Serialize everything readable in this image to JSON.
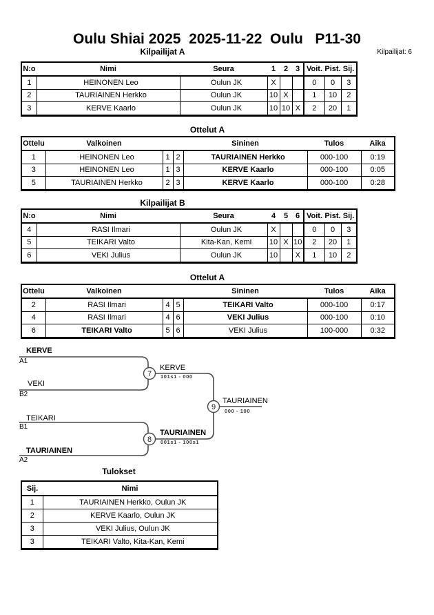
{
  "page": {
    "title": "Oulu Shiai 2025  2025-11-22  Oulu   P11-30",
    "competitors_count": "Kilpailijat: 6"
  },
  "pool_a": {
    "title": "Kilpailijat A",
    "headers": {
      "no": "N:o",
      "name": "Nimi",
      "club": "Seura",
      "c1": "1",
      "c2": "2",
      "c3": "3",
      "wins": "Voit.",
      "points": "Pist.",
      "place": "Sij."
    },
    "rows": [
      {
        "no": "1",
        "name": "HEINONEN Leo",
        "club": "Oulun JK",
        "c1": "X",
        "c2": "",
        "c3": "",
        "wins": "0",
        "points": "0",
        "place": "3"
      },
      {
        "no": "2",
        "name": "TAURIAINEN Herkko",
        "club": "Oulun JK",
        "c1": "10",
        "c2": "X",
        "c3": "",
        "wins": "1",
        "points": "10",
        "place": "2"
      },
      {
        "no": "3",
        "name": "KERVE Kaarlo",
        "club": "Oulun JK",
        "c1": "10",
        "c2": "10",
        "c3": "X",
        "wins": "2",
        "points": "20",
        "place": "1"
      }
    ]
  },
  "matches_a": {
    "title": "Ottelut A",
    "headers": {
      "match": "Ottelu",
      "white": "Valkoinen",
      "blue": "Sininen",
      "score": "Tulos",
      "time": "Aika"
    },
    "rows": [
      {
        "match": "1",
        "white": "HEINONEN Leo",
        "white_no": "1",
        "blue_no": "2",
        "blue": "TAURIAINEN Herkko",
        "score": "000-100",
        "time": "0:19",
        "winner": "blue"
      },
      {
        "match": "3",
        "white": "HEINONEN Leo",
        "white_no": "1",
        "blue_no": "3",
        "blue": "KERVE Kaarlo",
        "score": "000-100",
        "time": "0:05",
        "winner": "blue"
      },
      {
        "match": "5",
        "white": "TAURIAINEN Herkko",
        "white_no": "2",
        "blue_no": "3",
        "blue": "KERVE Kaarlo",
        "score": "000-100",
        "time": "0:28",
        "winner": "blue"
      }
    ]
  },
  "pool_b": {
    "title": "Kilpailijat B",
    "headers": {
      "no": "N:o",
      "name": "Nimi",
      "club": "Seura",
      "c1": "4",
      "c2": "5",
      "c3": "6",
      "wins": "Voit.",
      "points": "Pist.",
      "place": "Sij."
    },
    "rows": [
      {
        "no": "4",
        "name": "RASI Ilmari",
        "club": "Oulun JK",
        "c1": "X",
        "c2": "",
        "c3": "",
        "wins": "0",
        "points": "0",
        "place": "3"
      },
      {
        "no": "5",
        "name": "TEIKARI Valto",
        "club": "Kita-Kan, Kemi",
        "c1": "10",
        "c2": "X",
        "c3": "10",
        "wins": "2",
        "points": "20",
        "place": "1"
      },
      {
        "no": "6",
        "name": "VEKI Julius",
        "club": "Oulun JK",
        "c1": "10",
        "c2": "",
        "c3": "X",
        "wins": "1",
        "points": "10",
        "place": "2"
      }
    ]
  },
  "matches_b": {
    "title": "Ottelut A",
    "headers": {
      "match": "Ottelu",
      "white": "Valkoinen",
      "blue": "Sininen",
      "score": "Tulos",
      "time": "Aika"
    },
    "rows": [
      {
        "match": "2",
        "white": "RASI Ilmari",
        "white_no": "4",
        "blue_no": "5",
        "blue": "TEIKARI Valto",
        "score": "000-100",
        "time": "0:17",
        "winner": "blue"
      },
      {
        "match": "4",
        "white": "RASI Ilmari",
        "white_no": "4",
        "blue_no": "6",
        "blue": "VEKI Julius",
        "score": "000-100",
        "time": "0:10",
        "winner": "blue"
      },
      {
        "match": "6",
        "white": "TEIKARI Valto",
        "white_no": "5",
        "blue_no": "6",
        "blue": "VEKI Julius",
        "score": "100-000",
        "time": "0:32",
        "winner": "white"
      }
    ]
  },
  "bracket": {
    "slots": [
      {
        "name": "KERVE",
        "code": "A1"
      },
      {
        "name": "VEKI",
        "code": "B2"
      },
      {
        "name": "TEIKARI",
        "code": "B1"
      },
      {
        "name": "TAURIAINEN",
        "code": "A2"
      }
    ],
    "semifinal_1": {
      "number": "7",
      "winner": "KERVE",
      "score": "101s1 - 000"
    },
    "semifinal_2": {
      "number": "8",
      "winner": "TAURIAINEN",
      "score": "001s1 - 100s1"
    },
    "final": {
      "number": "9",
      "winner": "TAURIAINEN",
      "score": "000 - 100"
    }
  },
  "results": {
    "title": "Tulokset",
    "headers": {
      "place": "Sij.",
      "name": "Nimi"
    },
    "rows": [
      {
        "place": "1",
        "name": "TAURIAINEN Herkko, Oulun JK"
      },
      {
        "place": "2",
        "name": "KERVE Kaarlo, Oulun JK"
      },
      {
        "place": "3",
        "name": "VEKI Julius, Oulun JK"
      },
      {
        "place": "3",
        "name": "TEIKARI Valto, Kita-Kan, Kemi"
      }
    ]
  }
}
